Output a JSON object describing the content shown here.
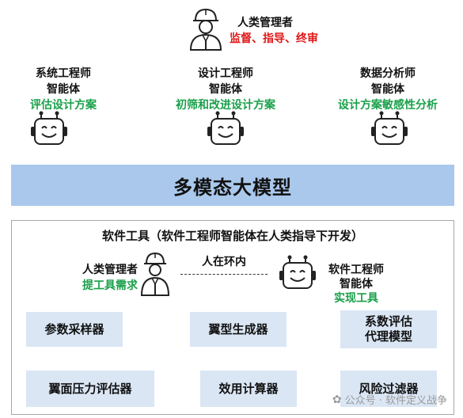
{
  "top_manager": {
    "title": "人类管理者",
    "duties": "监督、指导、终审"
  },
  "agents": [
    {
      "role": "系统工程师",
      "type": "智能体",
      "task": "评估设计方案"
    },
    {
      "role": "设计工程师",
      "type": "智能体",
      "task": "初筛和改进设计方案"
    },
    {
      "role": "数据分析师",
      "type": "智能体",
      "task": "设计方案敏感性分析"
    }
  ],
  "model_bar": {
    "label": "多模态大模型"
  },
  "software": {
    "title": "软件工具（软件工程师智能体在人类指导下开发）",
    "manager": {
      "title": "人类管理者",
      "task": "提工具需求"
    },
    "loop_label": "人在环内",
    "engineer": {
      "role": "软件工程师",
      "type": "智能体",
      "task": "实现工具"
    },
    "tools": [
      "参数采样器",
      "翼型生成器",
      "系数评估\n代理模型",
      "翼面压力评估器",
      "效用计算器",
      "风险过滤器"
    ]
  },
  "watermark": "公众号 · 软件定义战争",
  "colors": {
    "green": "#1aa04a",
    "red": "#e01818",
    "model_bar": "#a9c8ec",
    "tool_bg": "#dae6f4"
  }
}
